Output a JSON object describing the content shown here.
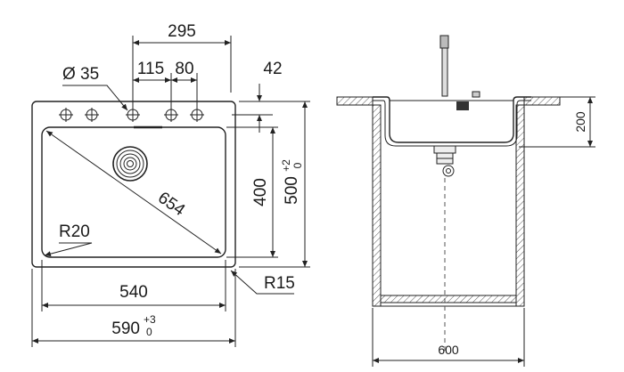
{
  "top_view": {
    "dim_295": "295",
    "dim_hole": "Ø 35",
    "dim_115": "115",
    "dim_80": "80",
    "dim_42": "42",
    "dim_654": "654",
    "dim_400": "400",
    "dim_500": "500",
    "dim_500_tol_upper": "+2",
    "dim_500_tol_lower": "0",
    "dim_r20": "R20",
    "dim_r15": "R15",
    "dim_540": "540",
    "dim_590": "590",
    "dim_590_tol_upper": "+3",
    "dim_590_tol_lower": "0"
  },
  "side_view": {
    "dim_200": "200",
    "dim_600": "600"
  }
}
